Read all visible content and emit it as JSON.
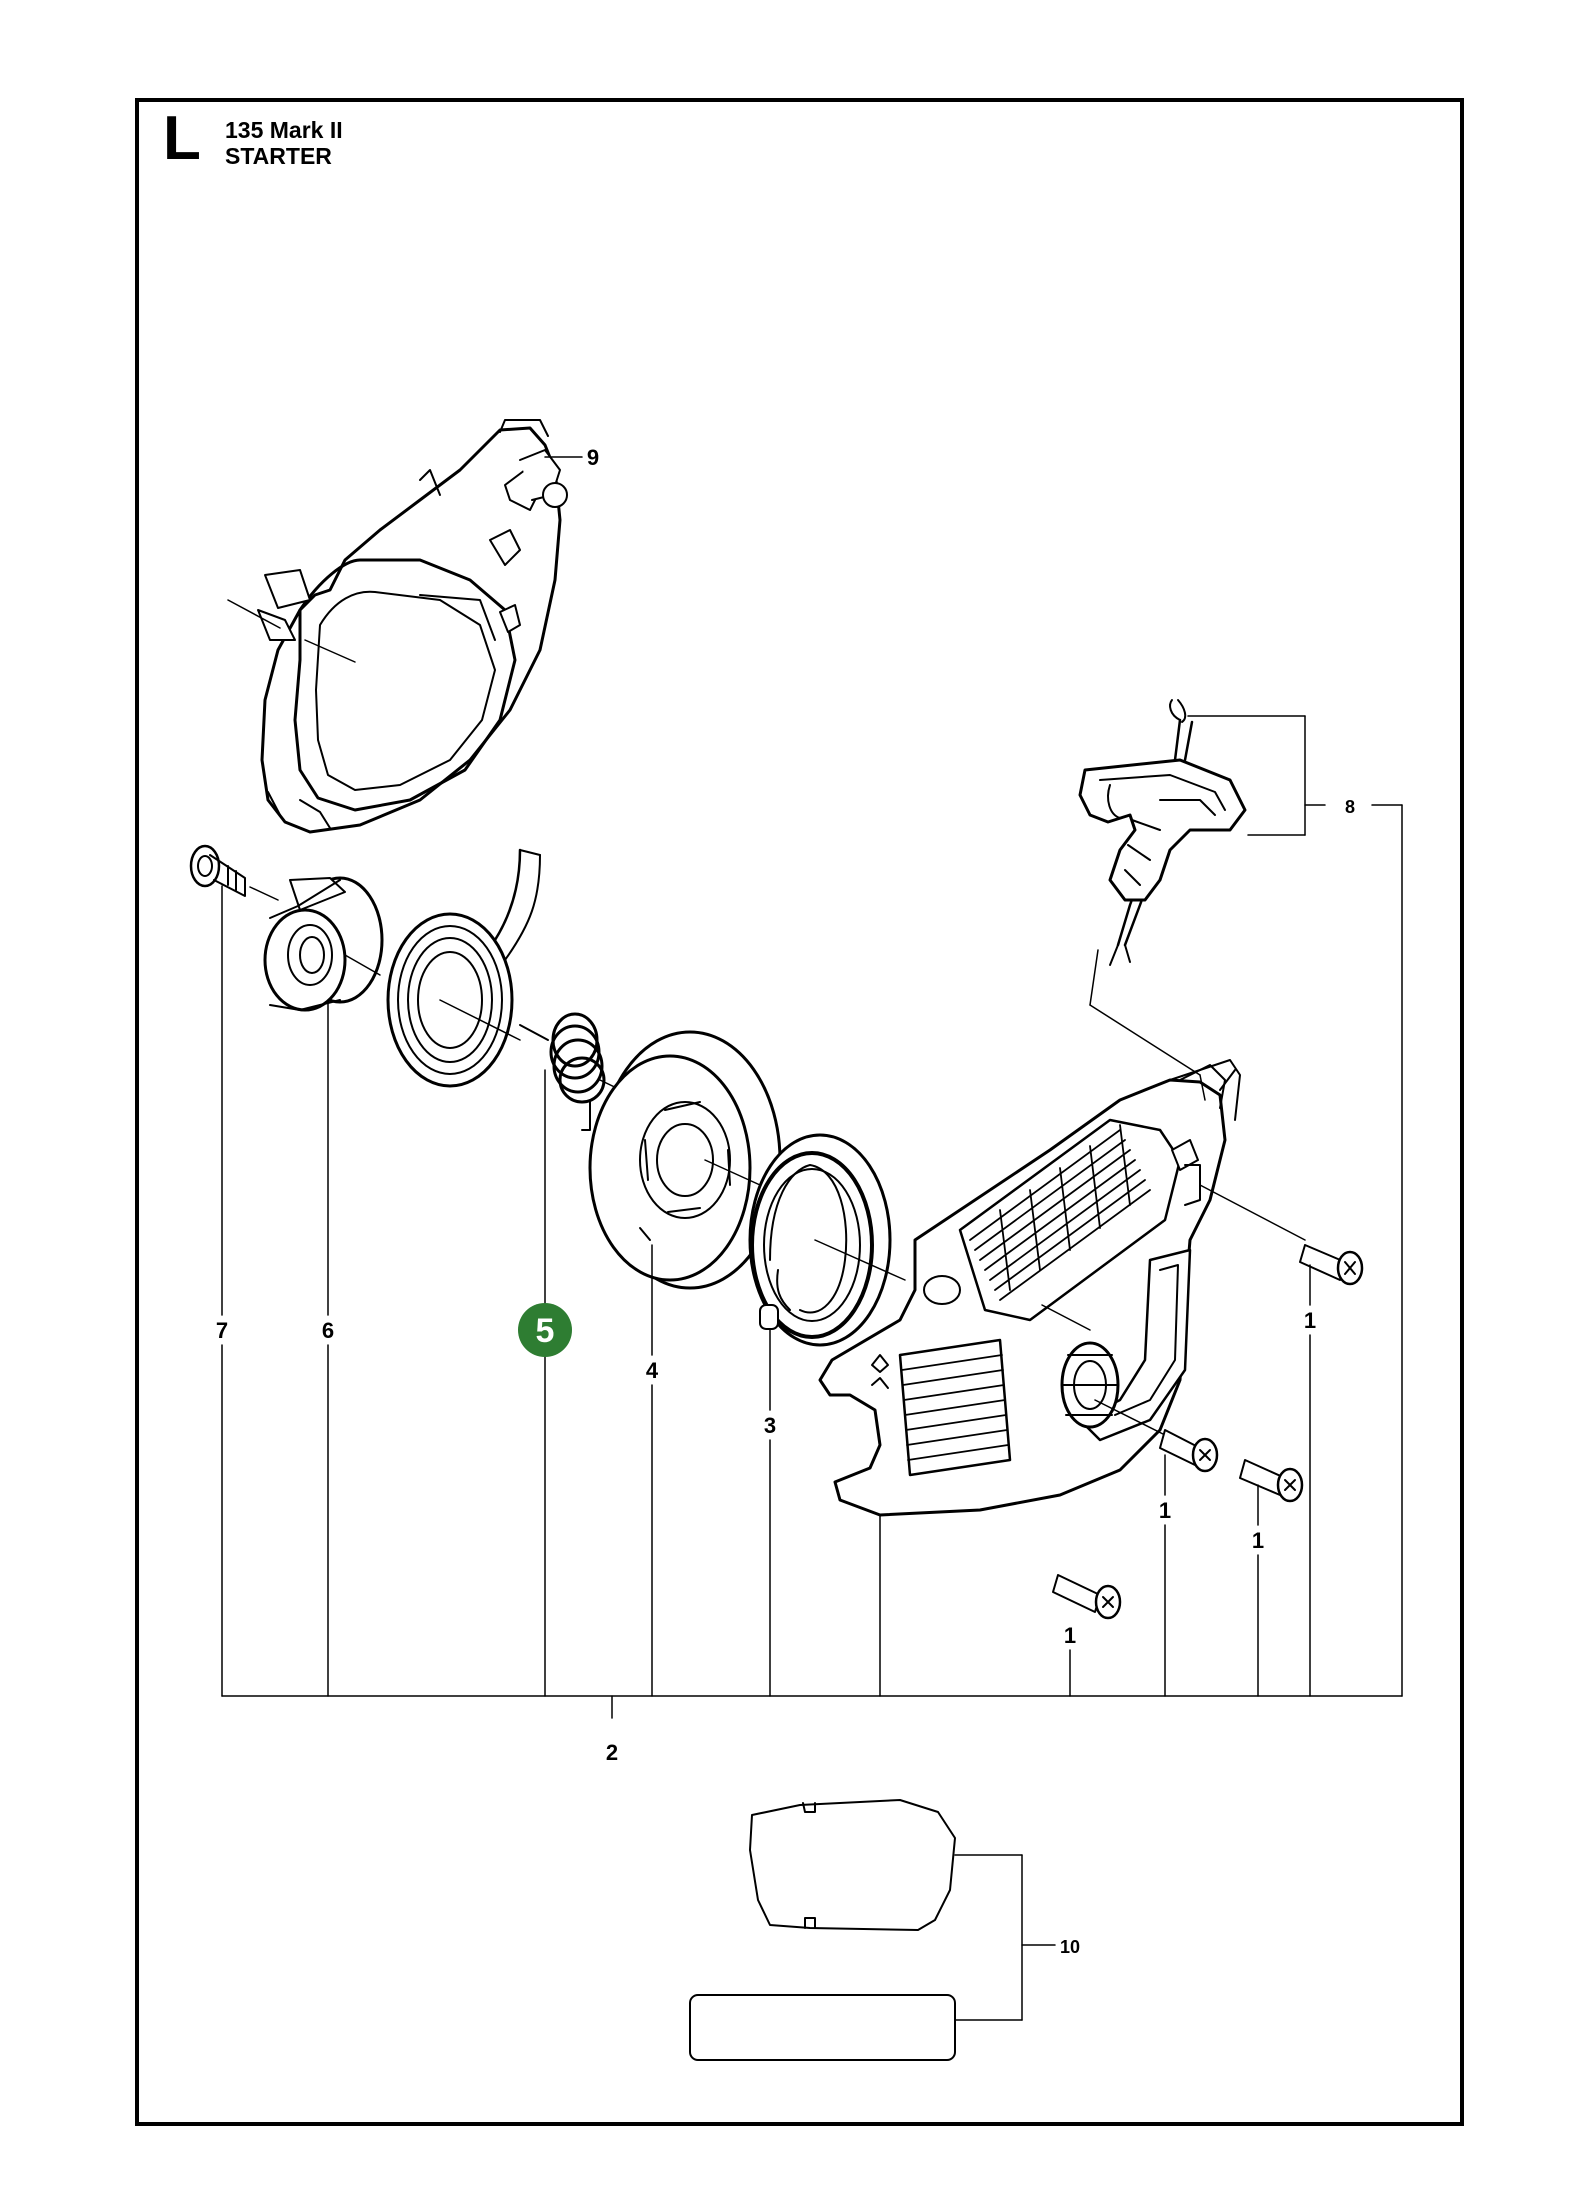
{
  "header": {
    "section_letter": "L",
    "model": "135 Mark II",
    "title": "STARTER"
  },
  "callouts": {
    "1": "1",
    "2": "2",
    "3": "3",
    "4": "4",
    "5": "5",
    "6": "6",
    "7": "7",
    "8": "8",
    "9": "9",
    "10": "10"
  },
  "colors": {
    "highlight": "#2e7d32",
    "line": "#000000",
    "part_fill": "#ffffff"
  }
}
